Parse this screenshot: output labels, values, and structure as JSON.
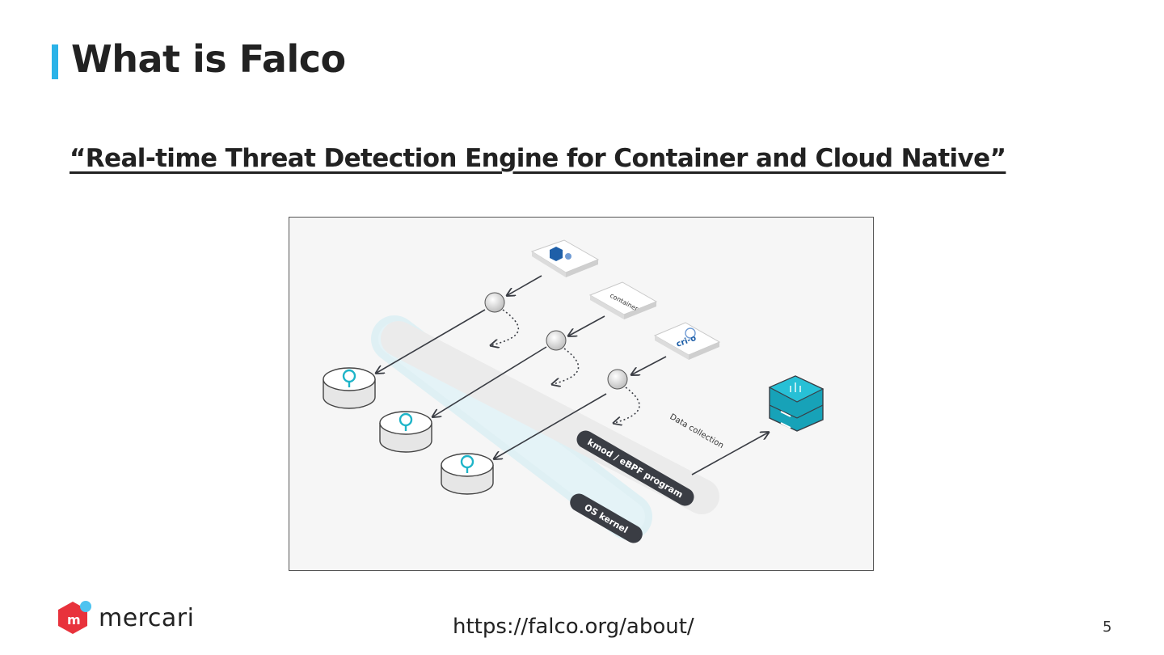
{
  "slide": {
    "title": "What is Falco",
    "subtitle": "“Real-time Threat Detection Engine for Container and Cloud Native”",
    "url": "https://falco.org/about/",
    "page_number": "5",
    "accent_color": "#2bb3e8"
  },
  "logo": {
    "text": "mercari",
    "icon": "mercari-logo-icon"
  },
  "diagram": {
    "labels": {
      "kmod": "kmod / eBPF program",
      "kernel": "OS kernel",
      "data_collection": "Data collection"
    },
    "sources": [
      "kubernetes-icon",
      "containerd-icon",
      "cri-o-icon"
    ],
    "source_texts": {
      "containerd": "container",
      "crio": "cri-o"
    },
    "engine_icon": "falco-engine-icon",
    "colors": {
      "teal": "#1eb4c8",
      "dark_label": "#3a3d44",
      "track_gray": "#e8e8e8",
      "track_blue": "#dff0f4"
    }
  }
}
